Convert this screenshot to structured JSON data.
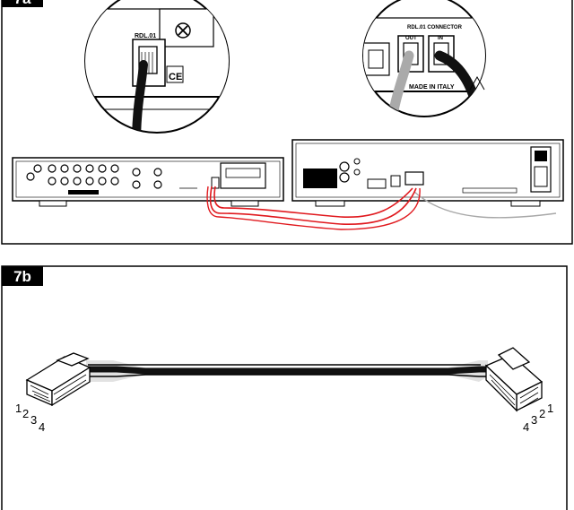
{
  "panel_a": {
    "label": "7a",
    "zoom_left": {
      "jack_label": "RDL.01",
      "ce_mark": "CE"
    },
    "zoom_right": {
      "section_label": "RDL.01 CONNECTOR",
      "port_out": "OUT",
      "port_in": "IN",
      "origin": "MADE IN ITALY"
    }
  },
  "panel_b": {
    "label": "7b",
    "left_pins": [
      "1",
      "2",
      "3",
      "4"
    ],
    "right_pins": [
      "4",
      "3",
      "2",
      "1"
    ]
  },
  "colors": {
    "cable_red": "#e0191e",
    "cable_grey": "#a8a8a8",
    "label_bg": "#000000",
    "label_fg": "#ffffff"
  }
}
